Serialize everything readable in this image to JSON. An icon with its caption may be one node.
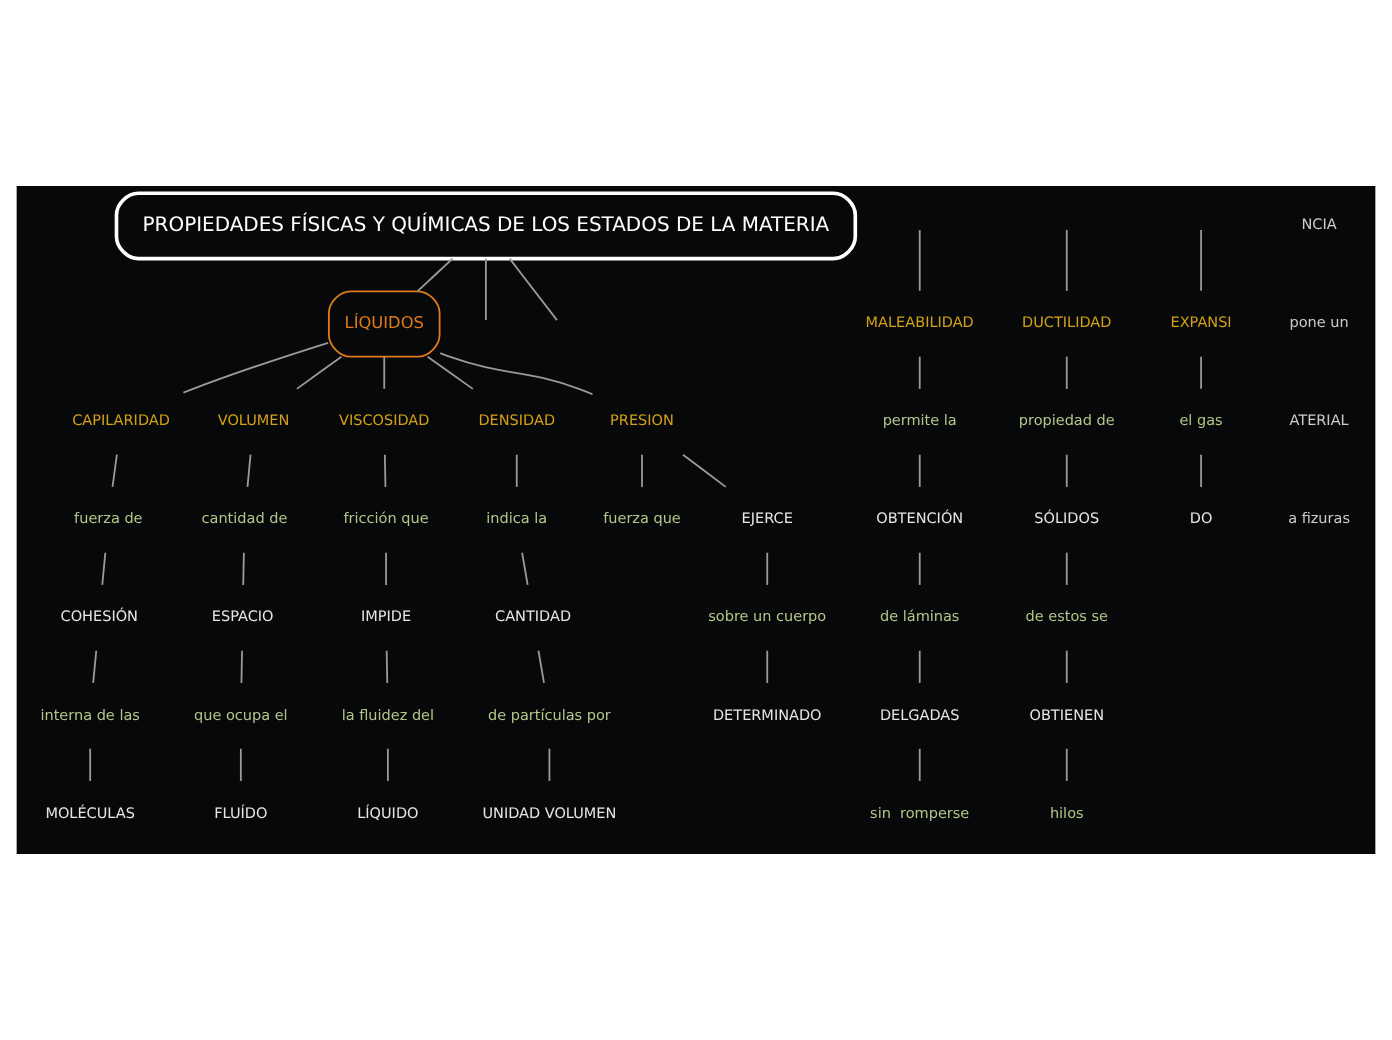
{
  "diagram": {
    "nodes": [
      {
        "text": [
          "PROPIEDADES FÍSICAS Y QUÍMICAS DE LOS ESTADOS DE LA MATERIA"
        ]
      },
      {
        "text": [
          "LÍQUIDOS"
        ]
      },
      {
        "text": [
          "MALEABILIDAD"
        ]
      },
      {
        "text": [
          "permite la"
        ]
      },
      {
        "text": [
          "OBTENCIÓN"
        ]
      },
      {
        "text": [
          "de láminas"
        ]
      },
      {
        "text": [
          "DELGADAS"
        ]
      },
      {
        "text": [
          "sin  romperse"
        ]
      },
      {
        "text": [
          "DUCTILIDAD"
        ]
      },
      {
        "text": [
          "propiedad de"
        ]
      },
      {
        "text": [
          "SÓLIDOS"
        ]
      },
      {
        "text": [
          "de estos se"
        ]
      },
      {
        "text": [
          "OBTIENEN"
        ]
      },
      {
        "text": [
          "hilos"
        ]
      },
      {
        "text": [
          "CAPILARIDAD"
        ]
      },
      {
        "text": [
          "fuerza de"
        ]
      },
      {
        "text": [
          "COHESIÓN"
        ]
      },
      {
        "text": [
          "interna de las"
        ]
      },
      {
        "text": [
          "MOLÉCULAS"
        ]
      },
      {
        "text": [
          "VOLUMEN"
        ]
      },
      {
        "text": [
          "cantidad de"
        ]
      },
      {
        "text": [
          "ESPACIO"
        ]
      },
      {
        "text": [
          "que ocupa el"
        ]
      },
      {
        "text": [
          "FLUÍDO"
        ]
      },
      {
        "text": [
          "VISCOSIDAD"
        ]
      },
      {
        "text": [
          "fricción que"
        ]
      },
      {
        "text": [
          "IMPIDE"
        ]
      },
      {
        "text": [
          "la fluidez del"
        ]
      },
      {
        "text": [
          "LÍQUIDO"
        ]
      },
      {
        "text": [
          "DENSIDAD"
        ]
      },
      {
        "text": [
          "indica la"
        ]
      },
      {
        "text": [
          "CANTIDAD"
        ]
      },
      {
        "text": [
          "de partículas por"
        ]
      },
      {
        "text": [
          "UNIDAD VOLUMEN"
        ]
      },
      {
        "text": [
          "PRESION"
        ]
      },
      {
        "text": [
          "fuerza que"
        ]
      },
      {
        "text": [
          "EJERCE"
        ]
      },
      {
        "text": [
          "sobre un cuerpo"
        ]
      },
      {
        "text": [
          "DETERMINADO"
        ]
      },
      {
        "text": [
          "EXPANSI"
        ]
      },
      {
        "text": [
          "el gas"
        ]
      },
      {
        "text": [
          "DO"
        ]
      }
    ],
    "edges": [
      {
        "from": 0,
        "to": null,
        "arrow": "none"
      },
      {
        "from": 0,
        "to": 1,
        "arrow": "none"
      },
      {
        "from": 0,
        "to": null,
        "arrow": "none"
      },
      {
        "from": null,
        "to": 2,
        "arrow": "none"
      },
      {
        "from": 2,
        "to": 3,
        "arrow": "none"
      },
      {
        "from": 3,
        "to": 4,
        "arrow": "none"
      },
      {
        "from": 4,
        "to": 5,
        "arrow": "none"
      },
      {
        "from": 5,
        "to": 6,
        "arrow": "none"
      },
      {
        "from": 6,
        "to": 7,
        "arrow": "none"
      },
      {
        "from": null,
        "to": 8,
        "arrow": "none"
      },
      {
        "from": 8,
        "to": 9,
        "arrow": "none"
      },
      {
        "from": 9,
        "to": 10,
        "arrow": "none"
      },
      {
        "from": 10,
        "to": 11,
        "arrow": "none"
      },
      {
        "from": 11,
        "to": 12,
        "arrow": "none"
      },
      {
        "from": 12,
        "to": 13,
        "arrow": "none"
      },
      {
        "from": 1,
        "to": 14,
        "arrow": "none"
      },
      {
        "from": 14,
        "to": 15,
        "arrow": "none"
      },
      {
        "from": 15,
        "to": 16,
        "arrow": "none"
      },
      {
        "from": 16,
        "to": 17,
        "arrow": "none"
      },
      {
        "from": 17,
        "to": 18,
        "arrow": "none"
      },
      {
        "from": 1,
        "to": 19,
        "arrow": "none"
      },
      {
        "from": 19,
        "to": 20,
        "arrow": "none"
      },
      {
        "from": 20,
        "to": 21,
        "arrow": "none"
      },
      {
        "from": 21,
        "to": 22,
        "arrow": "none"
      },
      {
        "from": 22,
        "to": 23,
        "arrow": "none"
      },
      {
        "from": 1,
        "to": 24,
        "arrow": "none"
      },
      {
        "from": 24,
        "to": 25,
        "arrow": "none"
      },
      {
        "from": 25,
        "to": 26,
        "arrow": "none"
      },
      {
        "from": 26,
        "to": 27,
        "arrow": "none"
      },
      {
        "from": 27,
        "to": 28,
        "arrow": "none"
      },
      {
        "from": 1,
        "to": 29,
        "arrow": "none"
      },
      {
        "from": 29,
        "to": 30,
        "arrow": "none"
      },
      {
        "from": 30,
        "to": 31,
        "arrow": "none"
      },
      {
        "from": 31,
        "to": 32,
        "arrow": "none"
      },
      {
        "from": 32,
        "to": 33,
        "arrow": "none"
      },
      {
        "from": 1,
        "to": 34,
        "arrow": "none"
      },
      {
        "from": 34,
        "to": 35,
        "arrow": "none"
      },
      {
        "from": 34,
        "to": 36,
        "arrow": "none"
      },
      {
        "from": 36,
        "to": 37,
        "arrow": "none"
      },
      {
        "from": 37,
        "to": 38,
        "arrow": "none"
      },
      {
        "from": null,
        "to": 39,
        "arrow": "none"
      },
      {
        "from": 39,
        "to": 40,
        "arrow": "none"
      },
      {
        "from": 40,
        "to": 41,
        "arrow": "none"
      }
    ],
    "labels": [
      "NCIA",
      "pone un",
      "ATERIAL",
      "a fizuras"
    ]
  }
}
